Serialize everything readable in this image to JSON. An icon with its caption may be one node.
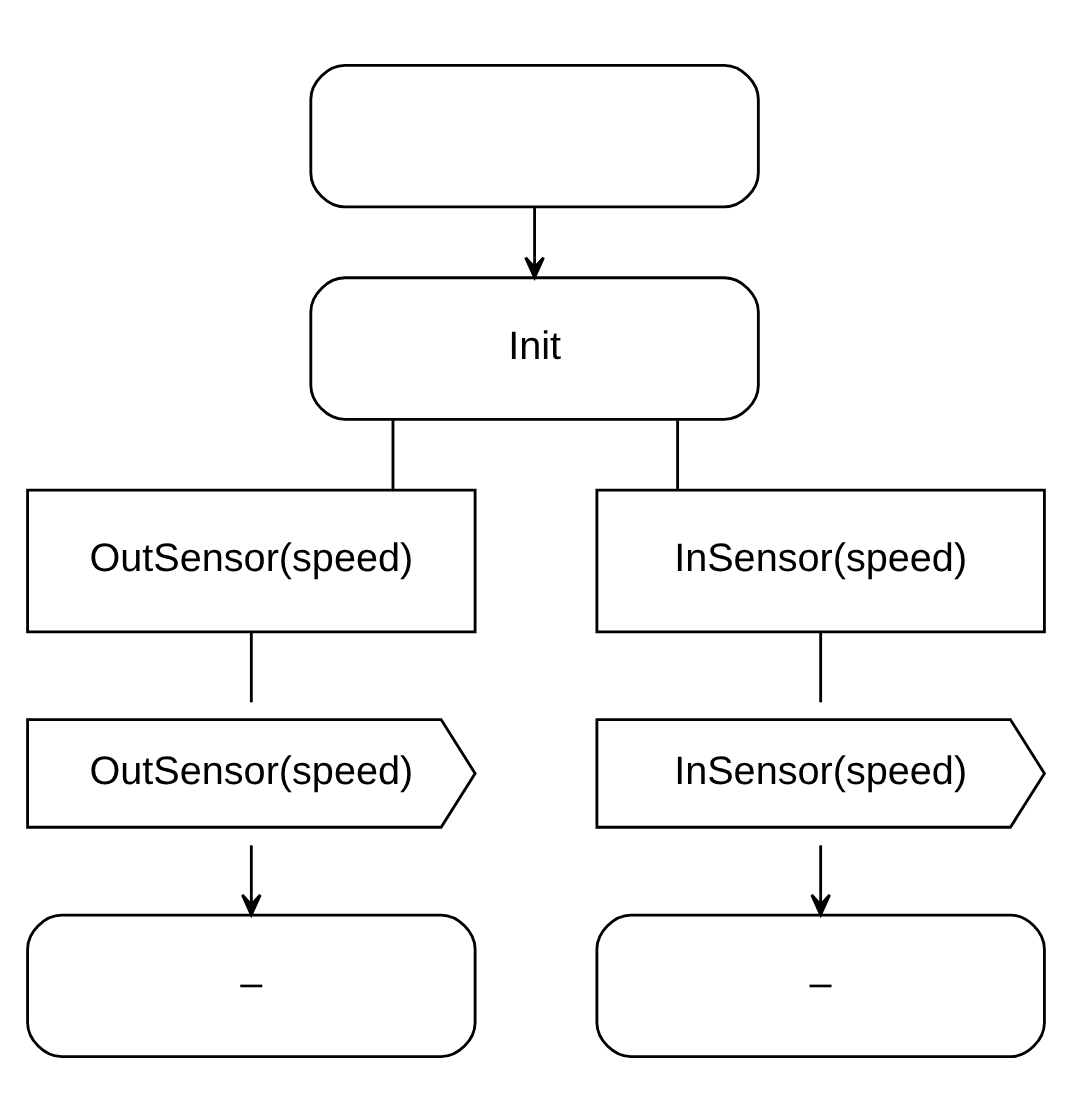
{
  "diagram": {
    "nodes": [
      {
        "text": [],
        "shape": "box"
      },
      {
        "text": [
          "Init"
        ]
      },
      {
        "text": [
          "OutSensor(speed)"
        ]
      },
      {
        "text": [
          "OutSensor(speed)"
        ]
      },
      {
        "text": [
          "–"
        ]
      },
      {
        "text": [
          "InSensor(speed)"
        ]
      },
      {
        "text": [
          "InSensor(speed)"
        ]
      },
      {
        "text": [
          "–"
        ]
      }
    ],
    "edges": [
      {
        "from": 0,
        "to": 1,
        "arrow": "to"
      },
      {
        "from": 1,
        "to": 2,
        "arrow": "none"
      },
      {
        "from": 1,
        "to": 5,
        "arrow": "none"
      },
      {
        "from": 2,
        "to": 3,
        "arrow": "none"
      },
      {
        "from": 3,
        "to": 4,
        "arrow": "to"
      },
      {
        "from": 5,
        "to": 6,
        "arrow": "none"
      },
      {
        "from": 6,
        "to": 7,
        "arrow": "to"
      }
    ]
  }
}
